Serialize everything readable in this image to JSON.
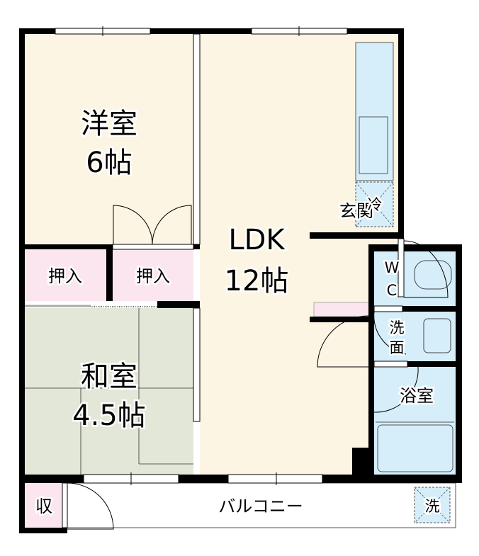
{
  "rooms": {
    "western": {
      "name": "洋室",
      "size": "6帖"
    },
    "ldk": {
      "name": "LDK",
      "size": "12帖"
    },
    "japanese": {
      "name": "和室",
      "size": "4.5帖"
    },
    "closet1": "押入",
    "closet2": "押入",
    "entrance": "玄関",
    "wc_w": "W",
    "wc_c": "C",
    "washroom_1": "洗",
    "washroom_2": "面",
    "bathroom": "浴室",
    "balcony": "バルコニー",
    "storage": "収",
    "fridge": "冷",
    "washer": "洗"
  },
  "colors": {
    "western": "#fdf5e3",
    "japanese": "#e2e7d8",
    "closet": "#fbe5ee",
    "wet": "#d5eefa",
    "wall": "#000000"
  }
}
